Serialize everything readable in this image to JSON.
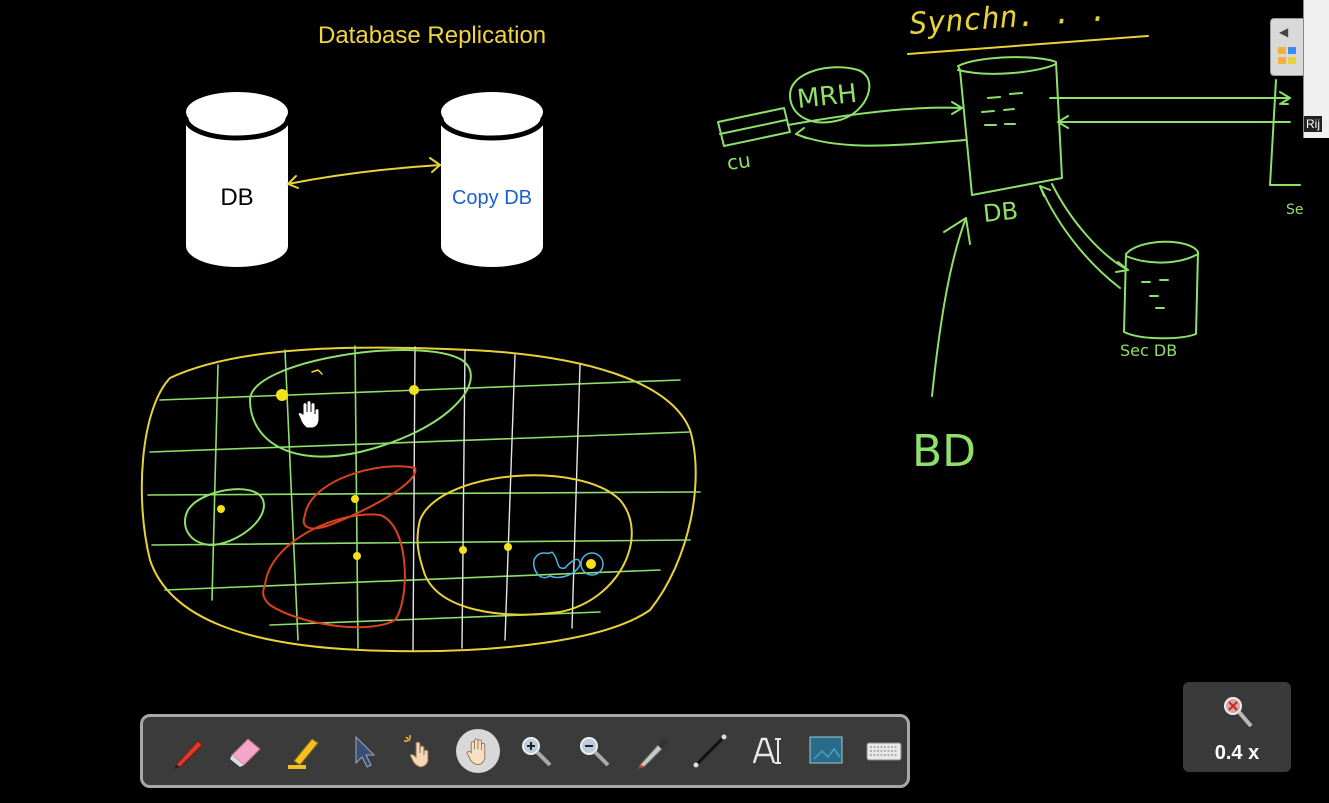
{
  "slide": {
    "title": "Database Replication",
    "db_label": "DB",
    "copy_db_label": "Copy DB"
  },
  "handwriting": {
    "top_text": "Synchn. . .",
    "mrh": "MRH",
    "db": "DB",
    "sec_db": "Sec DB",
    "bd": "BD",
    "cu": "cu",
    "se": "Se"
  },
  "colors": {
    "title": "#f2d440",
    "yellow_ink": "#e8d23a",
    "green_ink": "#8ee06a",
    "red_ink": "#d8421c",
    "blue_ink": "#4db3e6",
    "copy_db_text": "#1a5fd0"
  },
  "side_panel": {
    "camera_label": "Rij"
  },
  "toolbar": {
    "tools": [
      {
        "name": "pen-icon"
      },
      {
        "name": "eraser-icon"
      },
      {
        "name": "highlighter-icon"
      },
      {
        "name": "pointer-icon"
      },
      {
        "name": "laser-pointer-icon"
      },
      {
        "name": "hand-pan-icon",
        "active": true
      },
      {
        "name": "zoom-in-icon"
      },
      {
        "name": "zoom-out-icon"
      },
      {
        "name": "color-picker-icon"
      },
      {
        "name": "line-icon"
      },
      {
        "name": "text-tool-icon"
      },
      {
        "name": "screen-capture-icon"
      },
      {
        "name": "keyboard-icon"
      }
    ]
  },
  "zoom": {
    "level": "0.4 x"
  }
}
